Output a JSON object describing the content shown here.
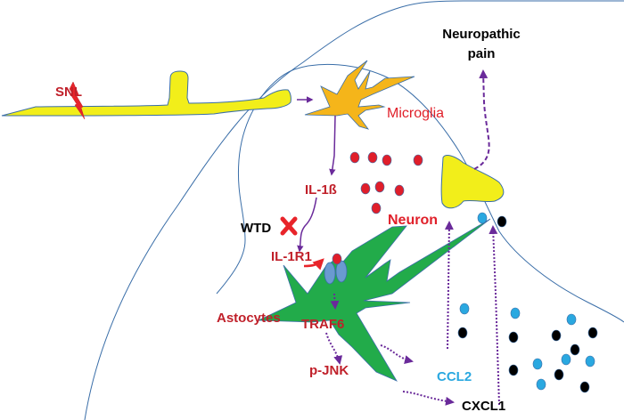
{
  "diagram": {
    "title": "IL-1β / IL-1R1 signaling from microglia to astrocytes in neuropathic pain",
    "labels": {
      "snl": "SNL",
      "microglia": "Microglia",
      "il1b": "IL-1ß",
      "wtd": "WTD",
      "il1r1": "IL-1R1",
      "neuron": "Neuron",
      "astrocytes": "Astocytes",
      "traf6": "TRAF6",
      "pjnk": "p-JNK",
      "ccl2": "CCL2",
      "cxcl1": "CXCL1",
      "neuropathic_pain_line1": "Neuropathic",
      "neuropathic_pain_line2": "pain"
    },
    "colors": {
      "red_label": "#c0202a",
      "microglia_label": "#e0202a",
      "black_label": "#000000",
      "ccl2_label": "#2aa8e0",
      "nerve_fill": "#f2ee1a",
      "microglia_fill": "#f5b51a",
      "astrocyte_fill": "#22ab4a",
      "arrow_purple": "#6a2a9a",
      "outline_blue": "#3a6ea8",
      "lightning_red": "#e8242a",
      "il1b_dot": "#e01e2a",
      "ccl2_dot": "#2aa8e0",
      "cxcl1_dot": "#000000",
      "receptor_blue": "#6a9ad0",
      "inhibit_x": "#e8242a"
    },
    "nodes": [
      {
        "id": "snl",
        "type": "injury-site"
      },
      {
        "id": "nerve",
        "type": "sensory-nerve"
      },
      {
        "id": "microglia",
        "type": "cell"
      },
      {
        "id": "il1b",
        "type": "cytokine"
      },
      {
        "id": "wtd",
        "type": "inhibitor"
      },
      {
        "id": "il1r1",
        "type": "receptor"
      },
      {
        "id": "astrocytes",
        "type": "cell"
      },
      {
        "id": "traf6",
        "type": "signaling"
      },
      {
        "id": "pjnk",
        "type": "signaling"
      },
      {
        "id": "ccl2",
        "type": "chemokine"
      },
      {
        "id": "cxcl1",
        "type": "chemokine"
      },
      {
        "id": "neuron",
        "type": "cell"
      },
      {
        "id": "neuropathic_pain",
        "type": "outcome"
      }
    ],
    "edges": [
      {
        "from": "nerve",
        "to": "microglia",
        "style": "solid"
      },
      {
        "from": "microglia",
        "to": "il1b",
        "style": "solid"
      },
      {
        "from": "il1b",
        "to": "il1r1",
        "style": "solid"
      },
      {
        "from": "wtd",
        "to": "il1r1",
        "style": "inhibit"
      },
      {
        "from": "il1r1",
        "to": "traf6",
        "style": "dotted"
      },
      {
        "from": "traf6",
        "to": "pjnk",
        "style": "dotted"
      },
      {
        "from": "pjnk",
        "to": "ccl2",
        "style": "dotted"
      },
      {
        "from": "pjnk",
        "to": "cxcl1",
        "style": "dotted"
      },
      {
        "from": "ccl2",
        "to": "neuron",
        "style": "dotted"
      },
      {
        "from": "cxcl1",
        "to": "neuron",
        "style": "dotted"
      },
      {
        "from": "neuron",
        "to": "neuropathic_pain",
        "style": "dashed"
      }
    ]
  }
}
